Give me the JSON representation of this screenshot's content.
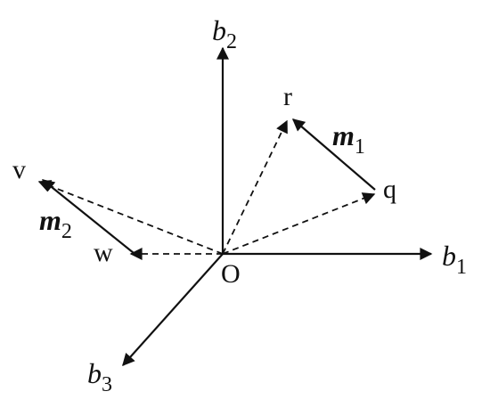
{
  "axes": {
    "b1": {
      "base": "b",
      "sub": "1"
    },
    "b2": {
      "base": "b",
      "sub": "2"
    },
    "b3": {
      "base": "b",
      "sub": "3"
    }
  },
  "points": {
    "origin": "O",
    "r": "r",
    "q": "q",
    "v": "v",
    "w": "w"
  },
  "vectors": {
    "m1": {
      "base": "m",
      "sub": "1"
    },
    "m2": {
      "base": "m",
      "sub": "2"
    }
  }
}
